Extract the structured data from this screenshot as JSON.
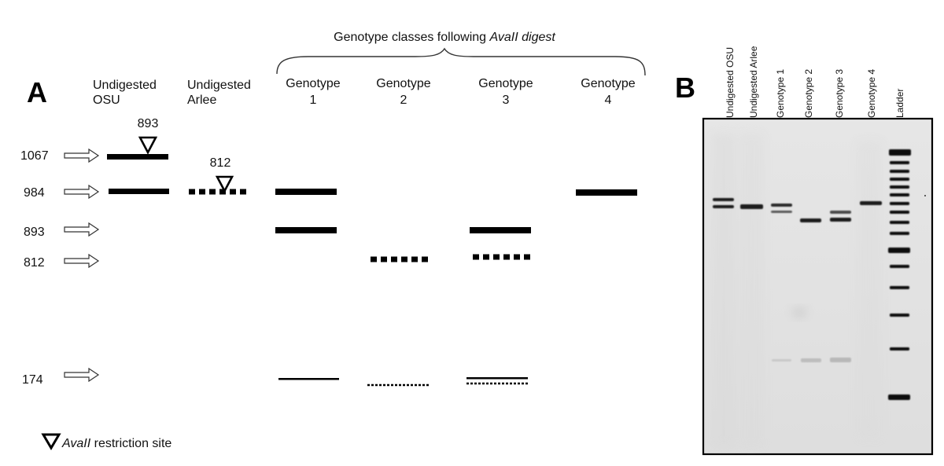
{
  "panel_a": {
    "letter": "A",
    "brace_label_prefix": "Genotype classes following ",
    "brace_label_italic": "AvaII digest",
    "columns": [
      {
        "line1": "Undigested",
        "line2": "OSU"
      },
      {
        "line1": "Undigested",
        "line2": "Arlee"
      },
      {
        "line1": "Genotype",
        "line2": "1"
      },
      {
        "line1": "Genotype",
        "line2": "2"
      },
      {
        "line1": "Genotype",
        "line2": "3"
      },
      {
        "line1": "Genotype",
        "line2": "4"
      }
    ],
    "size_markers": [
      "1067",
      "984",
      "893",
      "812",
      "174"
    ],
    "site_labels": {
      "osu": "893",
      "arlee": "812"
    },
    "legend": {
      "italic": "AvaII",
      "text": " restriction site"
    }
  },
  "panel_b": {
    "letter": "B",
    "lanes": [
      "Undigested OSU",
      "Undigested Arlee",
      "Genotype 1",
      "Genotype 2",
      "Genotype 3",
      "Genotype 4",
      "Ladder"
    ]
  },
  "colors": {
    "band": "#000000",
    "gel_background": "#e2e2e2",
    "gel_band": "#1a1a1a"
  }
}
